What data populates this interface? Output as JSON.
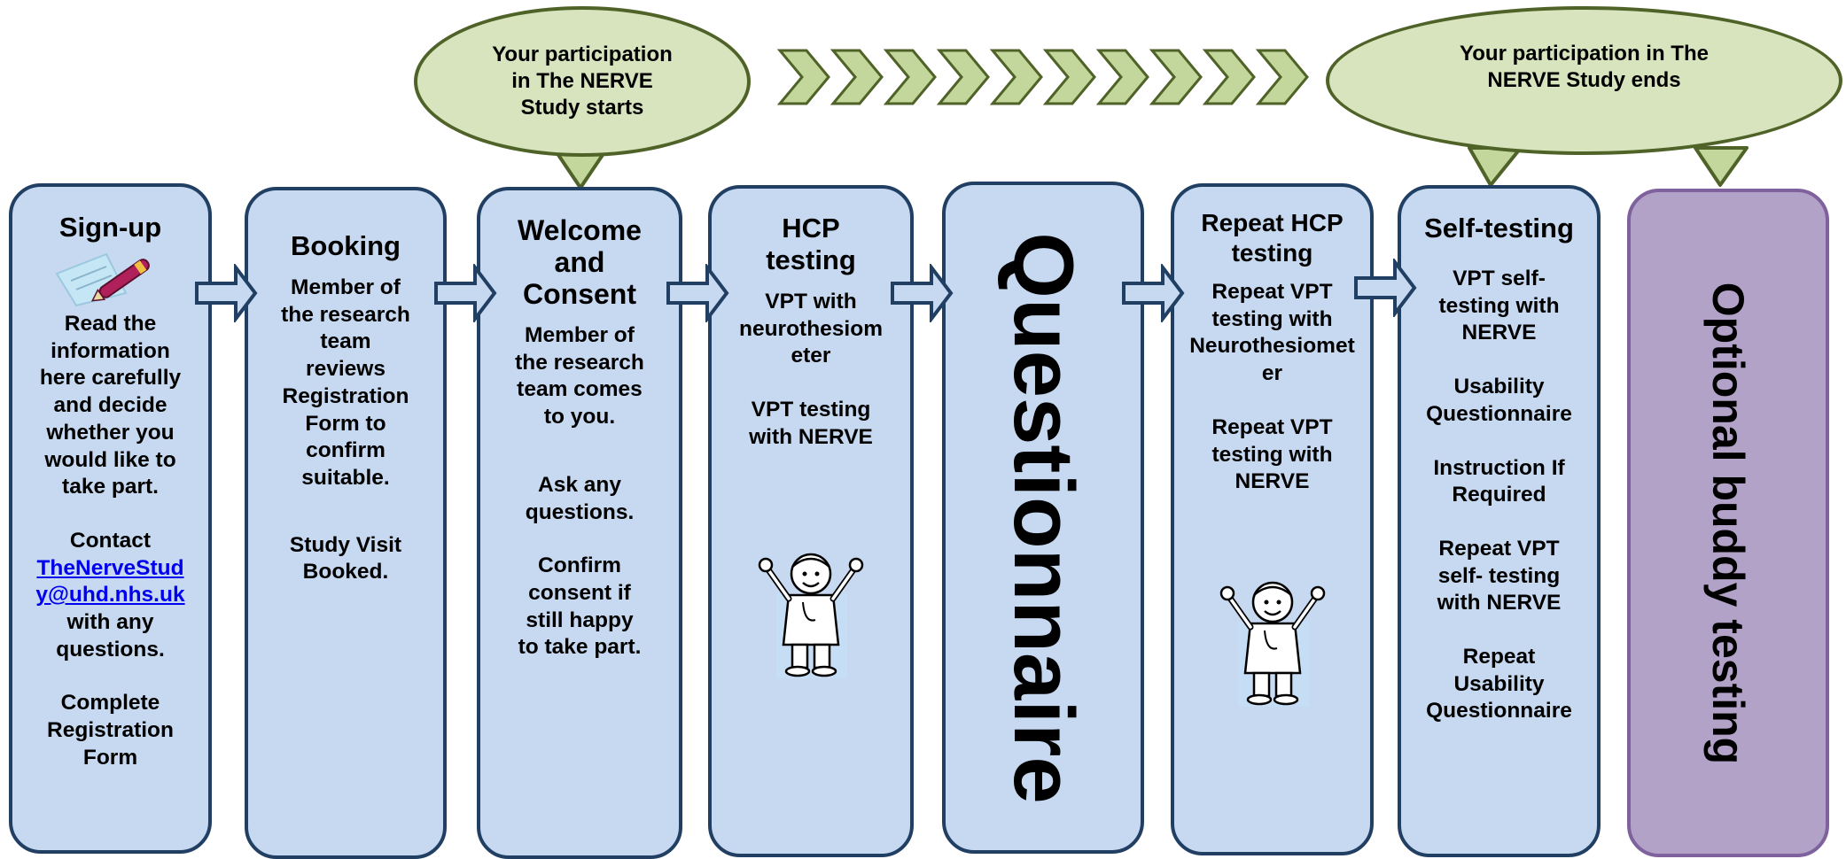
{
  "colors": {
    "box_fill": "#c6d9f1",
    "box_border": "#213f63",
    "bubble_fill": "#d7e4bd",
    "bubble_border": "#4f6228",
    "optional_fill": "#b3a2c7",
    "optional_border": "#7f619d",
    "chevron_fill": "#c3d69b"
  },
  "bubbles": {
    "start": [
      "Your participation",
      "in The NERVE",
      "Study starts"
    ],
    "end": [
      "Your participation in The",
      "NERVE Study ends"
    ]
  },
  "steps": {
    "signup": {
      "title": "Sign-up",
      "icon": "pen-and-paper-icon",
      "lines": [
        "Read the",
        "information",
        "here carefully",
        "and decide",
        "whether you",
        "would like to",
        "take part."
      ],
      "contact": "Contact",
      "email": [
        "TheNerveStud",
        "y@uhd.nhs.uk"
      ],
      "contact_after": [
        "with any",
        "questions."
      ],
      "complete": [
        "Complete",
        "Registration",
        "Form"
      ]
    },
    "booking": {
      "title": "Booking",
      "lines": [
        "Member of",
        "the research",
        "team",
        "reviews",
        "Registration",
        "Form to",
        "confirm",
        "suitable."
      ],
      "lines2": [
        "Study Visit",
        "Booked."
      ]
    },
    "welcome": {
      "title": [
        "Welcome",
        "and",
        "Consent"
      ],
      "lines": [
        "Member of",
        "the research",
        "team comes",
        "to you."
      ],
      "lines2": [
        "Ask any",
        "questions."
      ],
      "lines3": [
        "Confirm",
        "consent if",
        "still happy",
        "to take part."
      ]
    },
    "hcp": {
      "title": [
        "HCP",
        "testing"
      ],
      "lines": [
        "VPT with",
        "neurothesiom",
        "eter"
      ],
      "lines2": [
        "VPT testing",
        "with NERVE"
      ],
      "icon": "doctor-icon"
    },
    "questionnaire": {
      "title": "Questionnaire"
    },
    "repeat_hcp": {
      "title": [
        "Repeat HCP",
        "testing"
      ],
      "lines": [
        "Repeat VPT",
        "testing with",
        "Neurothesiomet",
        "er"
      ],
      "lines2": [
        "Repeat VPT",
        "testing with",
        "NERVE"
      ],
      "icon": "doctor-icon"
    },
    "self": {
      "title": "Self-testing",
      "lines": [
        "VPT self-",
        "testing with",
        "NERVE"
      ],
      "lines2": [
        "Usability",
        "Questionnaire"
      ],
      "lines3": [
        "Instruction If",
        "Required"
      ],
      "lines4": [
        "Repeat VPT",
        "self- testing",
        "with NERVE"
      ],
      "lines5": [
        "Repeat",
        "Usability",
        "Questionnaire"
      ]
    },
    "optional": {
      "title": "Optional buddy testing"
    }
  }
}
